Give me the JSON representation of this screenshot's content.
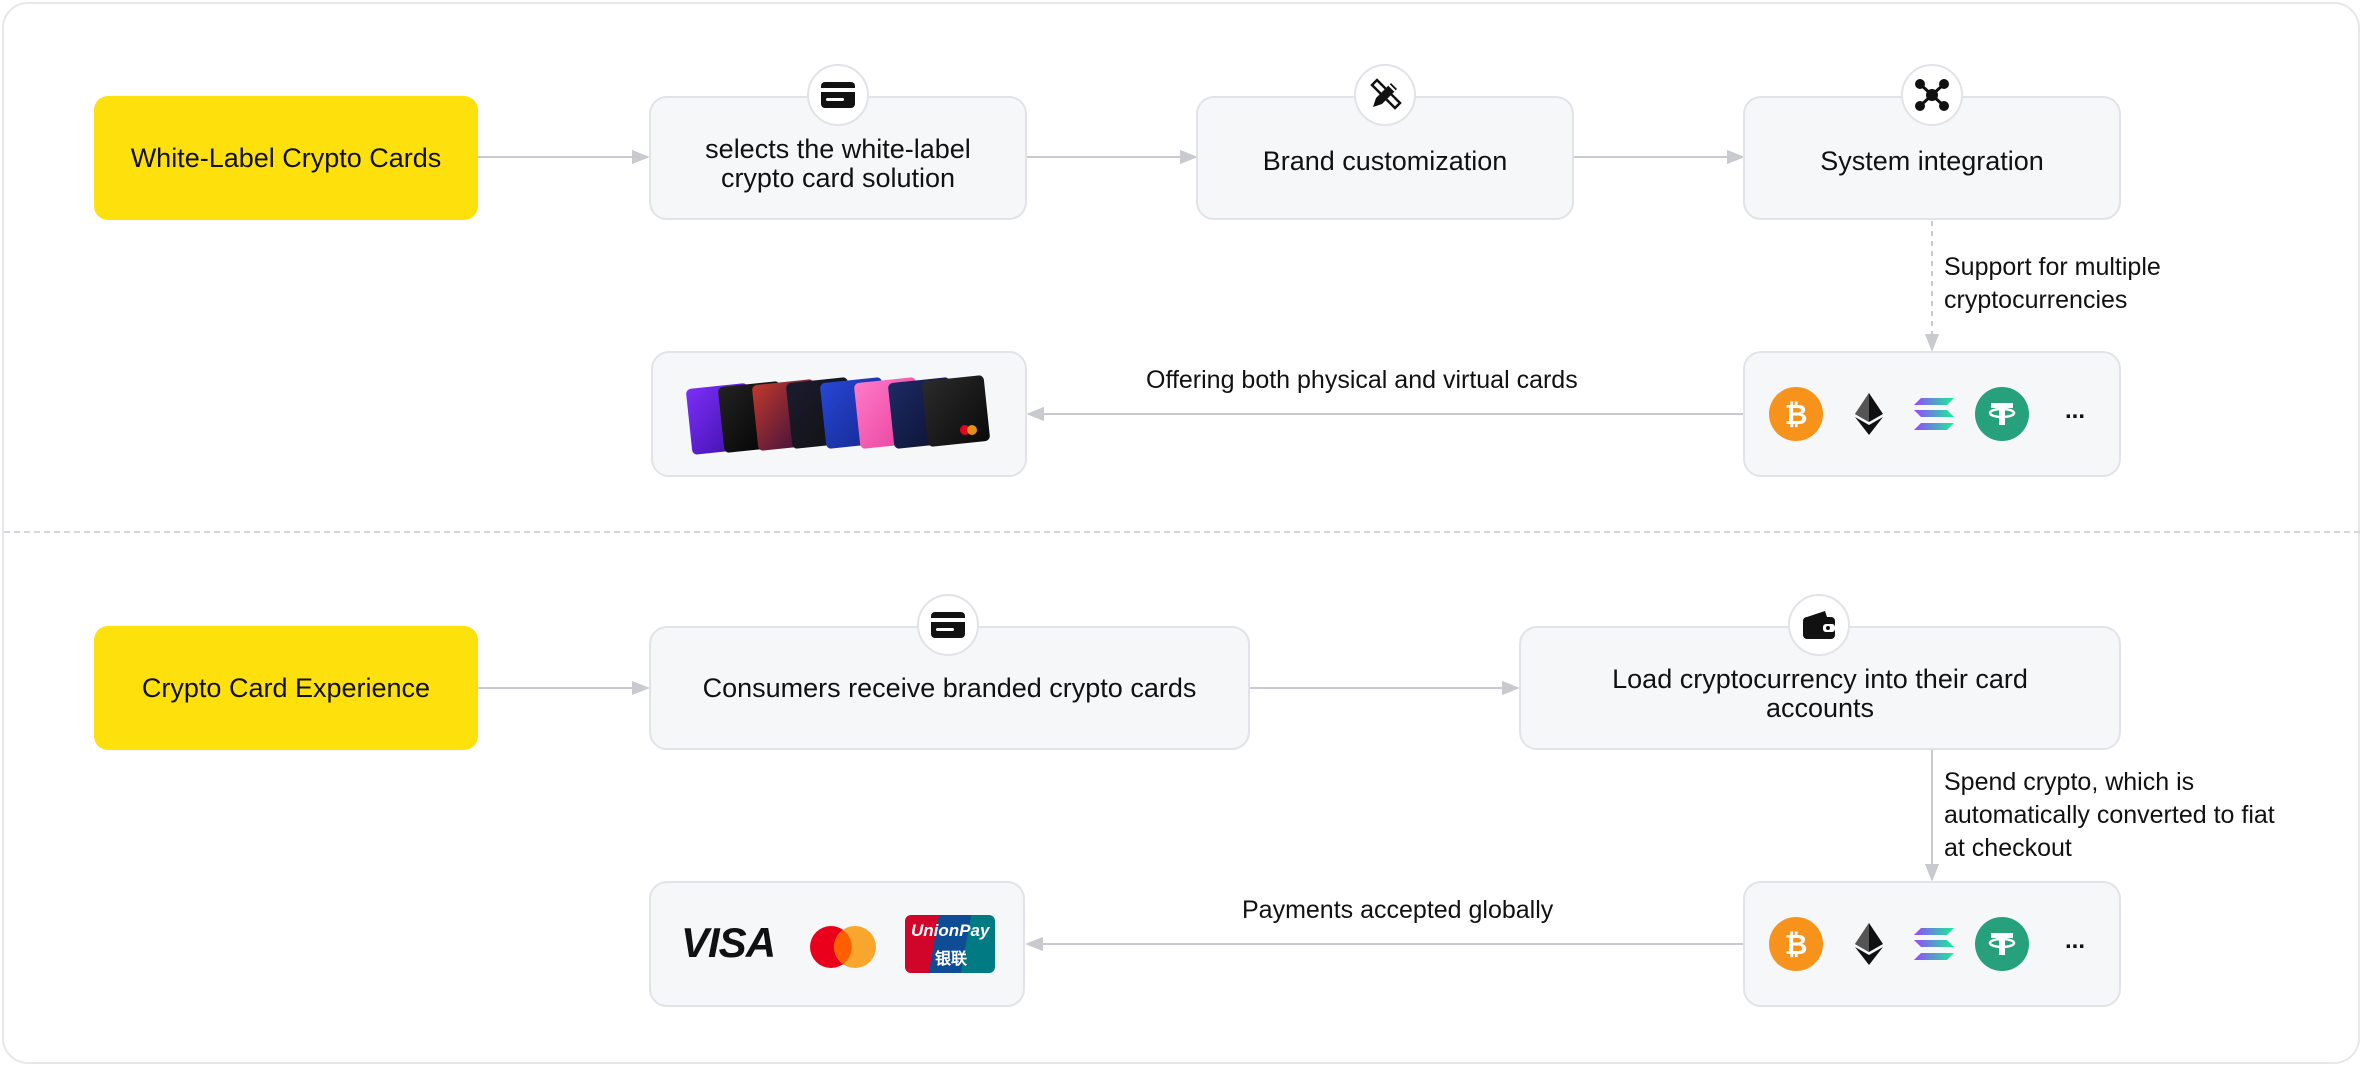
{
  "section1": {
    "start": "White-Label Crypto Cards",
    "step1": "selects the white-label crypto card solution",
    "step2": "Brand customization",
    "step3": "System integration",
    "edge_support": "Support for multiple cryptocurrencies",
    "edge_offering": "Offering both physical and virtual cards",
    "more": "..."
  },
  "section2": {
    "start": "Crypto Card Experience",
    "step1": "Consumers receive branded crypto cards",
    "step2": "Load cryptocurrency into their card accounts",
    "edge_spend": "Spend crypto, which is automatically converted to fiat at checkout",
    "edge_payments": "Payments accepted globally",
    "more": "...",
    "networks": {
      "visa": "VISA",
      "unionpay": "UnionPay",
      "unionpay_cn": "银联"
    }
  },
  "colors": {
    "accent_yellow": "#fee00c",
    "box_bg": "#f6f7f9",
    "bitcoin": "#f7931a",
    "tether": "#26a17b",
    "mastercard_red": "#eb001b",
    "mastercard_orange": "#f79e1b"
  },
  "icons": [
    "card-icon",
    "pen-ruler-icon",
    "network-icon",
    "wallet-icon",
    "bitcoin-icon",
    "ethereum-icon",
    "solana-icon",
    "tether-icon"
  ]
}
